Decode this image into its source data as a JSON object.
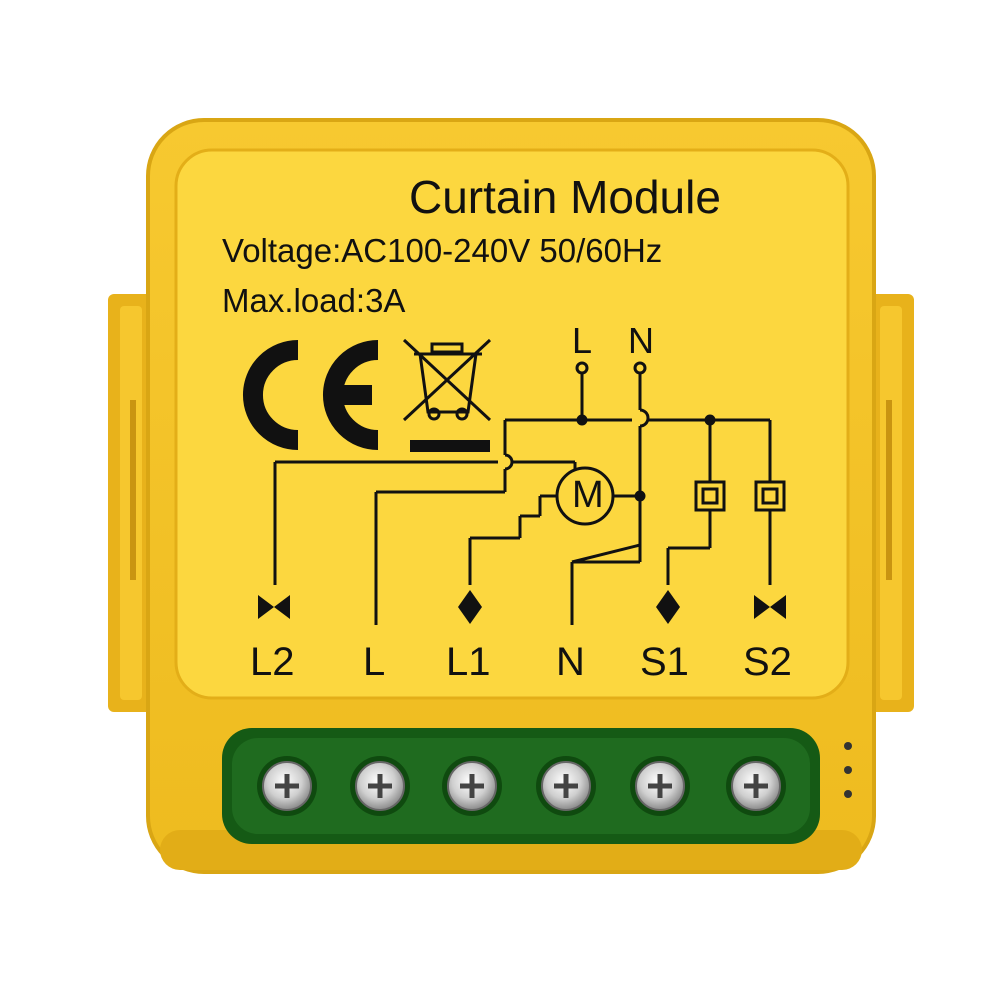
{
  "module": {
    "title": "Curtain Module",
    "voltage": "Voltage:AC100-240V 50/60Hz",
    "max_load": "Max.load:3A",
    "ce_mark": "CE",
    "motor_symbol": "M"
  },
  "top_terminals": [
    "L",
    "N"
  ],
  "bottom_terminals": [
    "L2",
    "L",
    "L1",
    "N",
    "S1",
    "S2"
  ],
  "colors": {
    "body": "#f5c42a",
    "face": "#fcd63e",
    "edge": "#d9a614",
    "terminal_block": "#1f6b1f",
    "screw": "#d4d4d4",
    "ink": "#111111"
  }
}
